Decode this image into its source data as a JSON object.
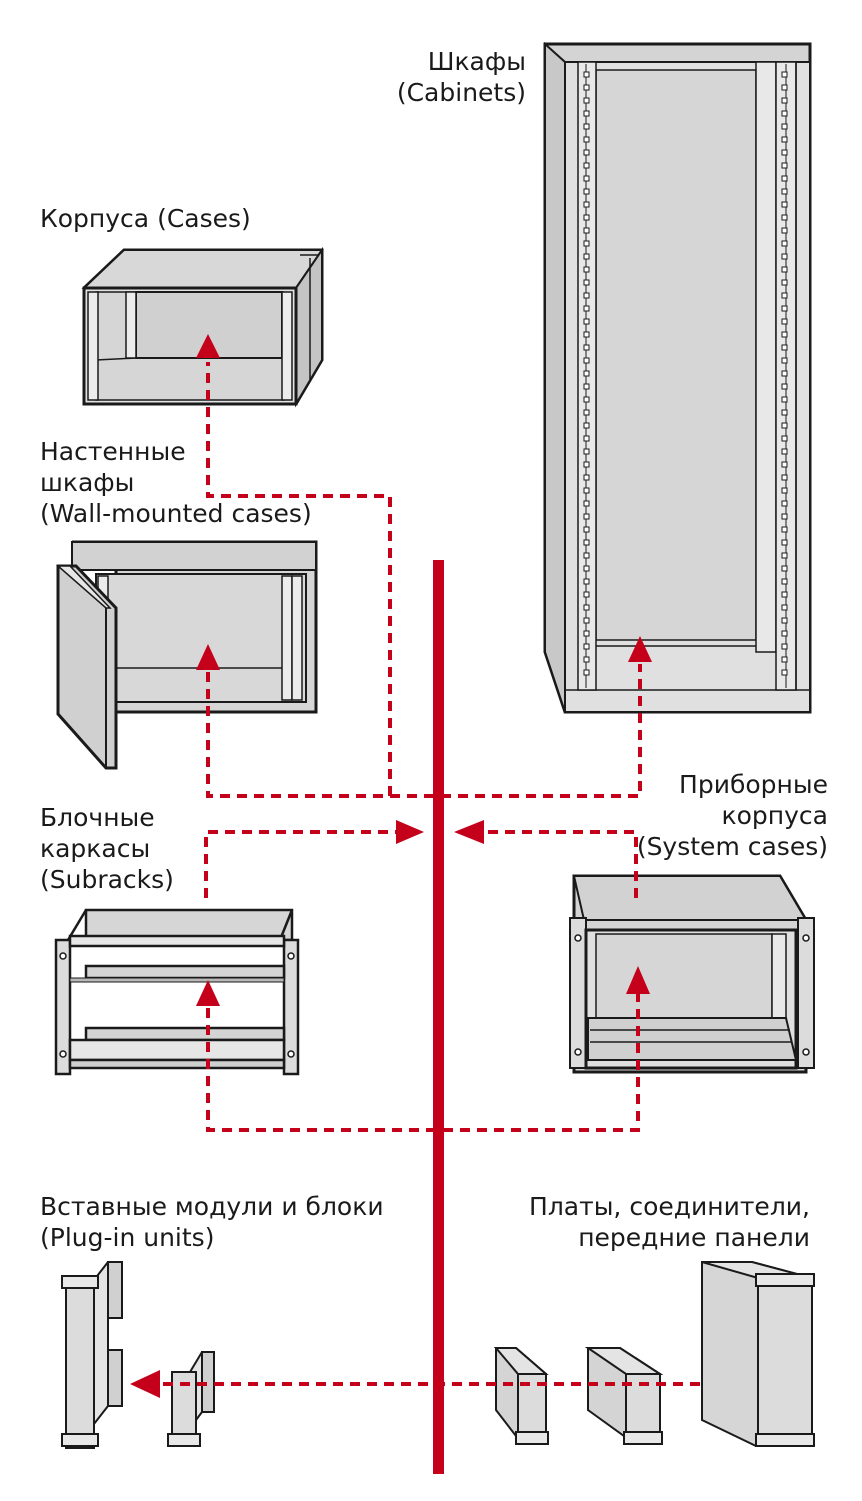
{
  "colors": {
    "accent": "#c4001a",
    "line": "#1a1a1a",
    "body": "#dcdcdc",
    "shade": "#bdbdbd",
    "dark": "#a8a8a8"
  },
  "labels": {
    "cabinets": {
      "line1": "Шкафы",
      "line2": "(Cabinets)"
    },
    "cases": {
      "line1": "Корпуса (Cases)"
    },
    "wall": {
      "line1": "Настенные",
      "line2": "шкафы",
      "line3": "(Wall-mounted cases)"
    },
    "subracks": {
      "line1": "Блочные",
      "line2": "каркасы",
      "line3": "(Subracks)"
    },
    "system": {
      "line1": "Приборные",
      "line2": "корпуса",
      "line3": "(System cases)"
    },
    "plugin": {
      "line1": "Вставные модули и блоки",
      "line2": "(Plug-in units)"
    },
    "boards": {
      "line1": "Платы, соединители,",
      "line2": "передние панели"
    }
  }
}
